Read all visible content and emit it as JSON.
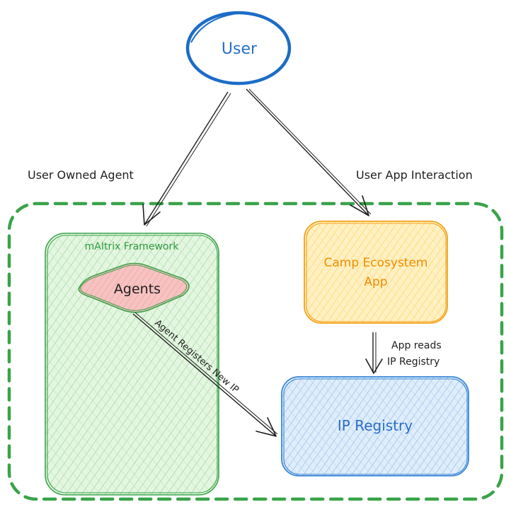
{
  "nodes": {
    "user": {
      "label": "User",
      "stroke": "#1c6cc7",
      "text_color": "#2a6fc4"
    },
    "framework": {
      "label": "mAItrix Framework",
      "stroke": "#3aa34a",
      "fill": "#d6f2d3",
      "text_color": "#2f9a3f"
    },
    "agents": {
      "label": "Agents",
      "stroke": "#3aa34a",
      "fill": "#f4b9b8",
      "text_color": "#1f1f1f"
    },
    "camp": {
      "label_line1": "Camp Ecosystem",
      "label_line2": "App",
      "stroke": "#f3a21c",
      "fill": "#ffe7a3",
      "text_color": "#f08c00"
    },
    "registry": {
      "label": "IP Registry",
      "stroke": "#3b87d6",
      "fill": "#cfe3f8",
      "text_color": "#2a6fc4"
    }
  },
  "container": {
    "stroke": "#3aa34a",
    "style": "dashed"
  },
  "edges": {
    "user_to_agents": {
      "label": "User Owned Agent"
    },
    "user_to_camp": {
      "label": "User App Interaction"
    },
    "agents_to_registry": {
      "label": "Agent Registers New IP"
    },
    "camp_to_registry": {
      "label_line1": "App reads",
      "label_line2": "IP Registry"
    }
  },
  "colors": {
    "edge": "#1e1e1e",
    "hatch_green": "#8fd18a",
    "hatch_yellow": "#ffd25c",
    "hatch_blue": "#8fbcec"
  }
}
